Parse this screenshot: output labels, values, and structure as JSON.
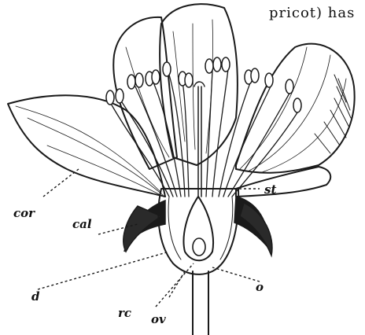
{
  "header_fragment": "pricot) has",
  "labels": {
    "st": "st",
    "cor": "cor",
    "cal": "cal",
    "d": "d",
    "o": "o",
    "rc": "rc",
    "ov": "ov"
  },
  "colors": {
    "ink": "#1a1a1a",
    "paper": "#ffffff"
  }
}
